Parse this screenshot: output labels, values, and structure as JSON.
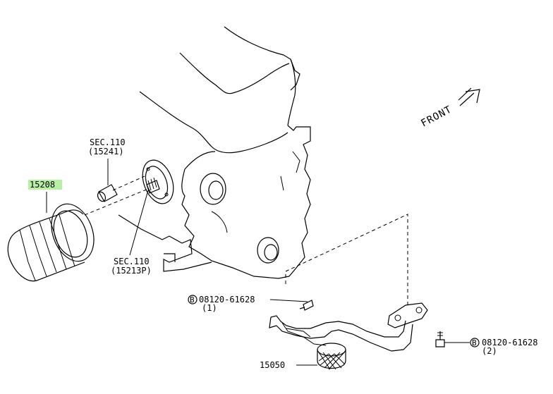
{
  "labels": {
    "oil_filter": "15208",
    "sec110_top": "SEC.110",
    "sec110_top_ref": "(15241)",
    "sec110_bottom": "SEC.110",
    "sec110_bottom_ref": "(15213P)",
    "bolt1_badge": "B",
    "bolt1_part": "08120-61628",
    "bolt1_qty": "(1)",
    "bolt2_badge": "B",
    "bolt2_part": "08120-61628",
    "bolt2_qty": "(2)",
    "strainer": "15050",
    "front": "FRONT"
  },
  "colors": {
    "highlight": "#b7f0a3",
    "line": "#000000",
    "background": "#ffffff"
  }
}
